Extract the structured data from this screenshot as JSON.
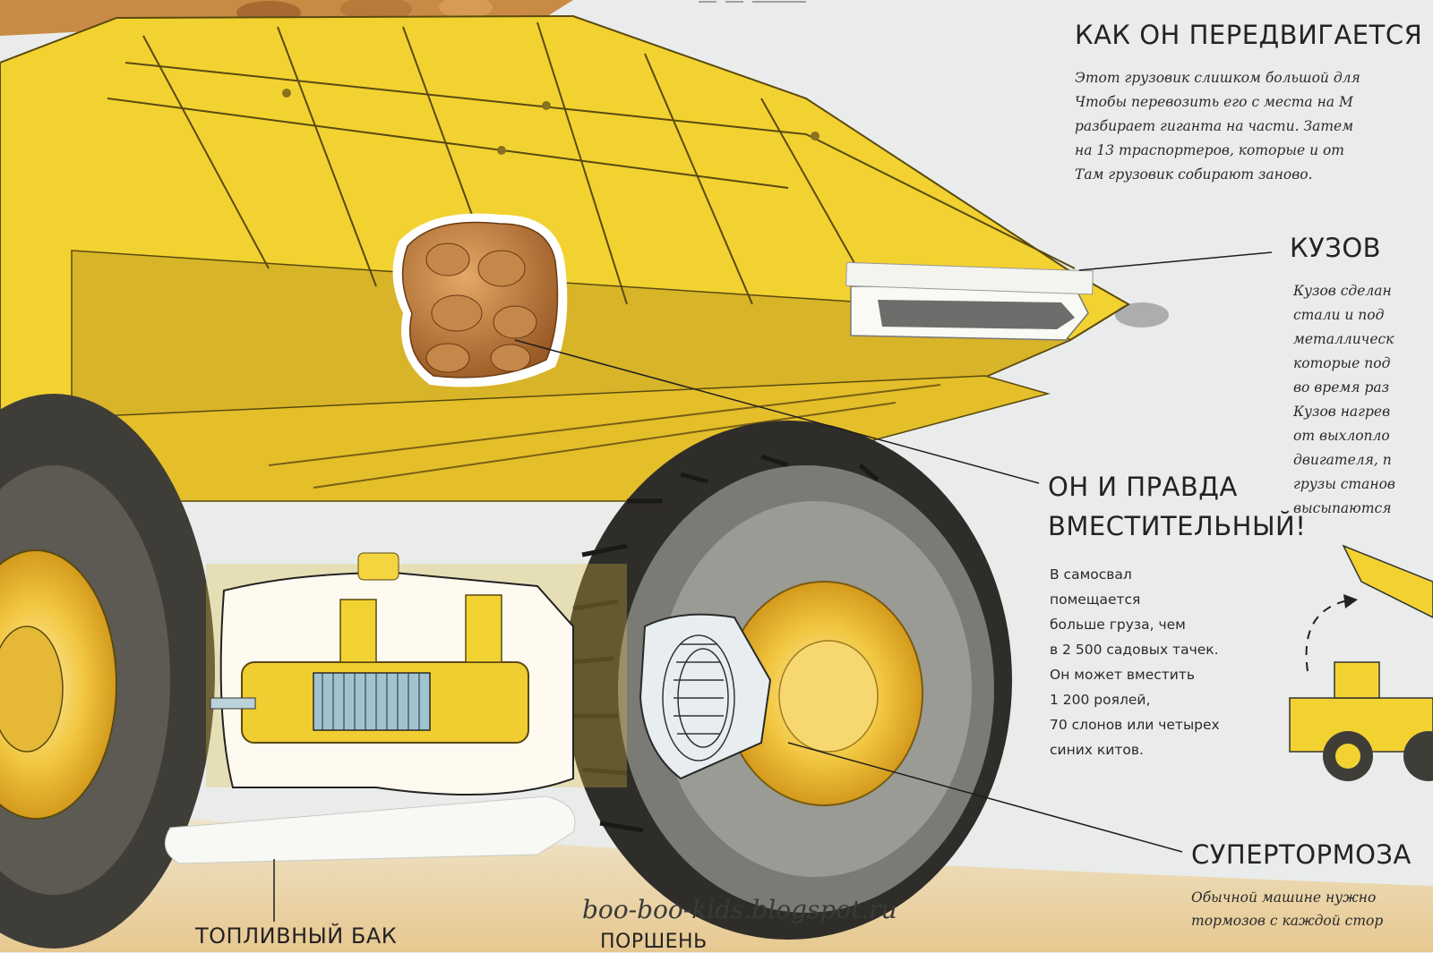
{
  "section_move": {
    "heading": "КАК ОН ПЕРЕДВИГАЕТСЯ",
    "lines": [
      "Этот грузовик слишком большой для",
      "Чтобы перевозить его с места на М",
      "разбирает гиганта на части. Затем",
      "на 13 траспортеров, которые и от",
      "Там грузовик собирают заново."
    ]
  },
  "section_body": {
    "heading": "КУЗОВ",
    "lines": [
      "Кузов сделан",
      "стали и под",
      "металлическ",
      "которые под",
      "во время раз",
      "Кузов нагрев",
      "от выхлопло",
      "двигателя, п",
      "грузы станов",
      "высыпаются"
    ]
  },
  "section_capacity": {
    "heading_lines": [
      "ОН И ПРАВДА",
      "ВМЕСТИТЕЛЬНЫЙ!"
    ],
    "lines": [
      "В самосвал",
      "помещается",
      "больше груза, чем",
      "в 2 500 садовых тачек.",
      "Он может вместить",
      "1 200 роялей,",
      "70 слонов или четырех",
      "синих китов."
    ]
  },
  "section_brakes": {
    "heading": "СУПЕРТОРМОЗА",
    "lines": [
      "Обычной машине нужно",
      "тормозов с каждой стор"
    ]
  },
  "labels": {
    "fuel_tank": "ТОПЛИВНЫЙ БАК",
    "piston": "ПОРШЕНЬ"
  },
  "watermark": "boo-boo-kids.blogspot.ru",
  "colors": {
    "page": "#e9ecea",
    "truck_yellow": "#f2d230",
    "truck_shadow": "#c9a51c",
    "tire": "#3f3d38",
    "rock": "#b87a3a",
    "ink": "#232323"
  }
}
